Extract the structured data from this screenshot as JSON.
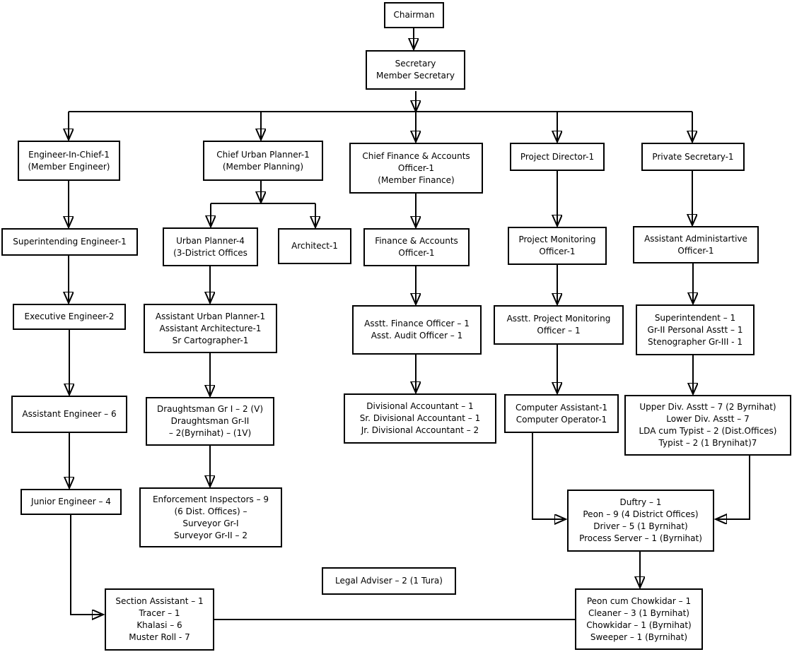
{
  "diagram": {
    "type": "org-chart",
    "colors": {
      "background": "#ffffff",
      "line": "#000000",
      "box_border": "#000000",
      "box_fill": "#ffffff",
      "text": "#000000"
    },
    "nodes": {
      "chairman": {
        "label": "Chairman"
      },
      "secretary": {
        "label": "Secretary\nMember Secretary"
      },
      "engineer_in_chief": {
        "label": "Engineer-In-Chief-1\n(Member Engineer)"
      },
      "chief_urban_planner": {
        "label": "Chief Urban Planner-1\n(Member Planning)"
      },
      "chief_finance": {
        "label": "Chief Finance & Accounts\nOfficer-1\n(Member Finance)"
      },
      "project_director": {
        "label": "Project Director-1"
      },
      "private_secretary": {
        "label": "Private Secretary-1"
      },
      "superintending_engineer": {
        "label": "Superintending Engineer-1"
      },
      "executive_engineer": {
        "label": "Executive Engineer-2"
      },
      "assistant_engineer": {
        "label": "Assistant Engineer – 6"
      },
      "junior_engineer": {
        "label": "Junior Engineer – 4"
      },
      "section_assistant": {
        "label": "Section Assistant – 1\nTracer – 1\nKhalasi – 6\nMuster Roll - 7"
      },
      "urban_planner": {
        "label": "Urban Planner-4\n(3-District Offices"
      },
      "architect": {
        "label": "Architect-1"
      },
      "assistant_urban_planner": {
        "label": "Assistant Urban Planner-1\nAssistant Architecture-1\nSr Cartographer-1"
      },
      "draughtsman": {
        "label": "Draughtsman Gr I – 2 (V)\nDraughtsman Gr-II\n– 2(Byrnihat) – (1V)"
      },
      "enforcement_inspectors": {
        "label": "Enforcement Inspectors – 9\n(6 Dist. Offices) –\nSurveyor Gr-I\nSurveyor Gr-II – 2"
      },
      "finance_accounts_officer": {
        "label": "Finance & Accounts\nOfficer-1"
      },
      "asstt_finance_officer": {
        "label": "Asstt. Finance Officer – 1\nAsst. Audit Officer – 1"
      },
      "divisional_accountants": {
        "label": "Divisional Accountant – 1\nSr. Divisional Accountant – 1\nJr. Divisional Accountant – 2"
      },
      "project_monitoring_officer": {
        "label": "Project Monitoring\nOfficer-1"
      },
      "asstt_project_monitoring_officer": {
        "label": "Asstt. Project Monitoring\nOfficer – 1"
      },
      "computer_staff": {
        "label": "Computer Assistant-1\nComputer Operator-1"
      },
      "assistant_admin_officer": {
        "label": "Assistant Administartive\nOfficer-1"
      },
      "superintendent": {
        "label": "Superintendent – 1\nGr-II Personal Asstt – 1\nStenographer Gr-III - 1"
      },
      "upper_div": {
        "label": "Upper Div. Asstt – 7 (2 Byrnihat)\nLower Div. Asstt – 7\nLDA cum Typist – 2 (Dist.Offices)\nTypist – 2 (1 Brynihat)7"
      },
      "duftry": {
        "label": "Duftry – 1\nPeon – 9 (4 District Offices)\nDriver – 5 (1 Byrnihat)\nProcess Server – 1 (Byrnihat)"
      },
      "peon_chowkidar": {
        "label": "Peon cum Chowkidar – 1\nCleaner – 3 (1 Byrnihat)\nChowkidar – 1 (Byrnihat)\nSweeper – 1 (Byrnihat)"
      },
      "legal_adviser": {
        "label": "Legal Adviser – 2 (1 Tura)"
      }
    }
  }
}
